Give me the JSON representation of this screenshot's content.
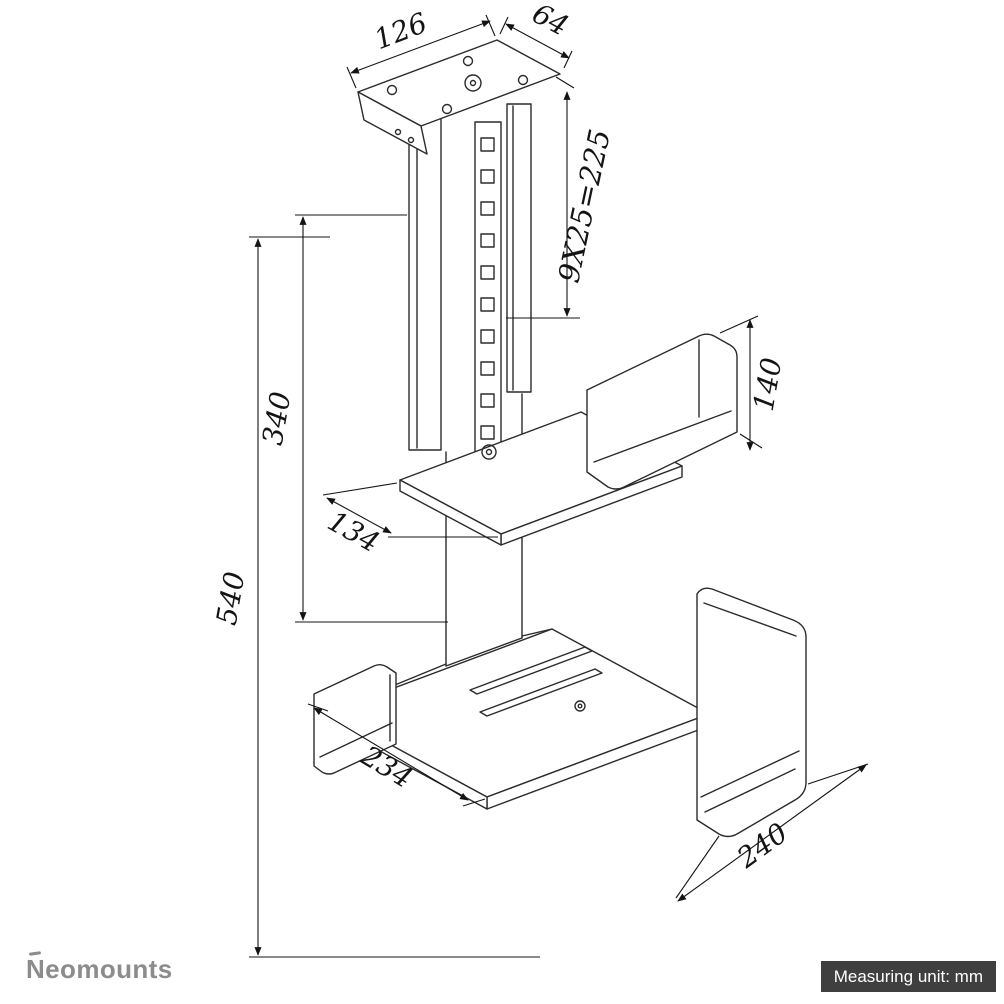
{
  "dimensions": {
    "plate_width": "126",
    "plate_depth": "64",
    "slot_pattern": "9X25=225",
    "bracket_height": "140",
    "height_adjustment": "340",
    "shelf_depth": "134",
    "total_height": "540",
    "tray_width": "234",
    "tray_depth": "240"
  },
  "footer": {
    "brand": "Neomounts",
    "measuring_unit": "Measuring unit: mm"
  },
  "colors": {
    "line": "#2b2b2b",
    "dimension_line": "#141414",
    "brand_gray": "#8c8c8c",
    "badge_background": "#3f3f3f",
    "badge_text": "#ffffff",
    "background": "#ffffff"
  }
}
